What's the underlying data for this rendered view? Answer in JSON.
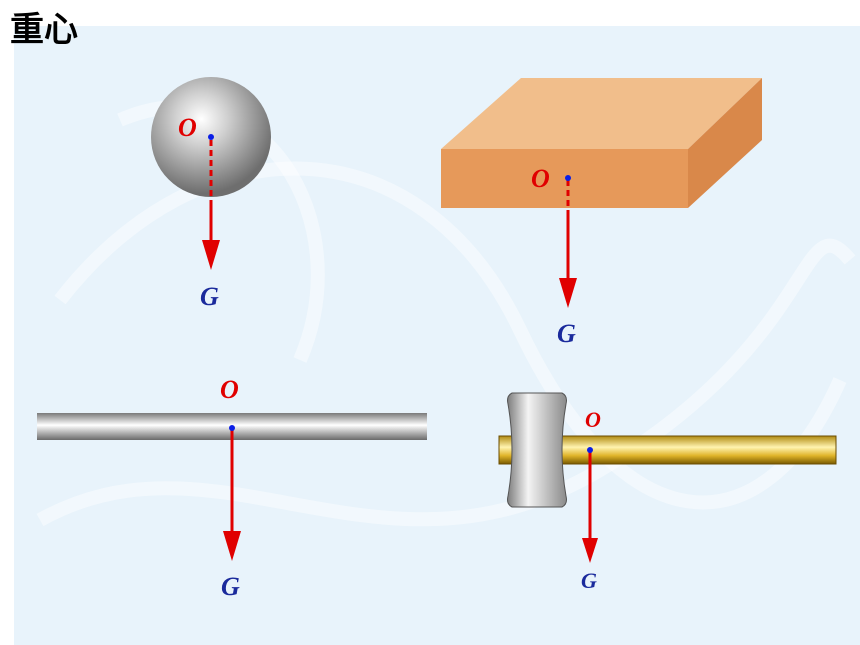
{
  "title": "重心",
  "labels": {
    "center": "O",
    "gravity": "G"
  },
  "colors": {
    "background": "#e8f3fb",
    "force_arrow": "#e00000",
    "center_label": "#e00000",
    "gravity_label": "#1a2a9c",
    "center_dot": "#0a1ee6"
  },
  "objects": [
    {
      "name": "sphere"
    },
    {
      "name": "block"
    },
    {
      "name": "rod"
    },
    {
      "name": "hammer"
    }
  ]
}
